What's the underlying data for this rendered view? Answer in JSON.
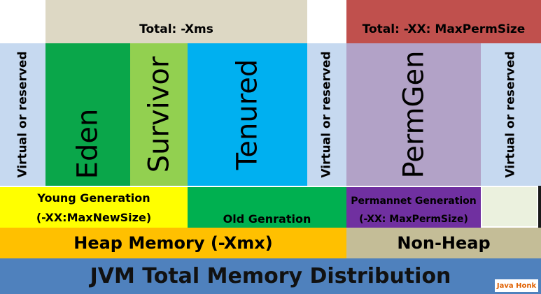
{
  "top_labels": {
    "heap_total": "Total: -Xms",
    "permgen_total": "Total: -XX: MaxPermSize"
  },
  "segments": {
    "virtual_left": "Virtual or reserved",
    "eden": "Eden",
    "survivor": "Survivor",
    "tenured": "Tenured",
    "virtual_mid": "Virtual or reserved",
    "permgen": "PermGen",
    "virtual_right": "Virtual or reserved"
  },
  "generations": {
    "young_line1": "Young Generation",
    "young_line2": "(-XX:MaxNewSize)",
    "old": "Old Genration",
    "perm_line1": "Permannet Generation",
    "perm_line2": "(-XX: MaxPermSize)"
  },
  "areas": {
    "heap": "Heap Memory (-Xmx)",
    "non_heap": "Non-Heap"
  },
  "footer": {
    "title": "JVM Total Memory Distribution",
    "watermark": "Java Honk"
  },
  "colors": {
    "total_heap_bg": "#ddd8c4",
    "total_perm_bg": "#c0504d",
    "virtual_bg": "#c6d9f0",
    "eden_bg": "#0aa64a",
    "survivor_bg": "#92d050",
    "tenured_bg": "#00b0f0",
    "permgen_bg": "#b2a2c7",
    "young_bg": "#ffff00",
    "old_bg": "#00b050",
    "perm_gen_bg": "#7030a0",
    "perm_virtual_bg": "#ebf1de",
    "heap_bg": "#ffc000",
    "non_heap_bg": "#c4bd97",
    "footer_bg": "#4f81bd",
    "watermark_color": "#e06000"
  }
}
